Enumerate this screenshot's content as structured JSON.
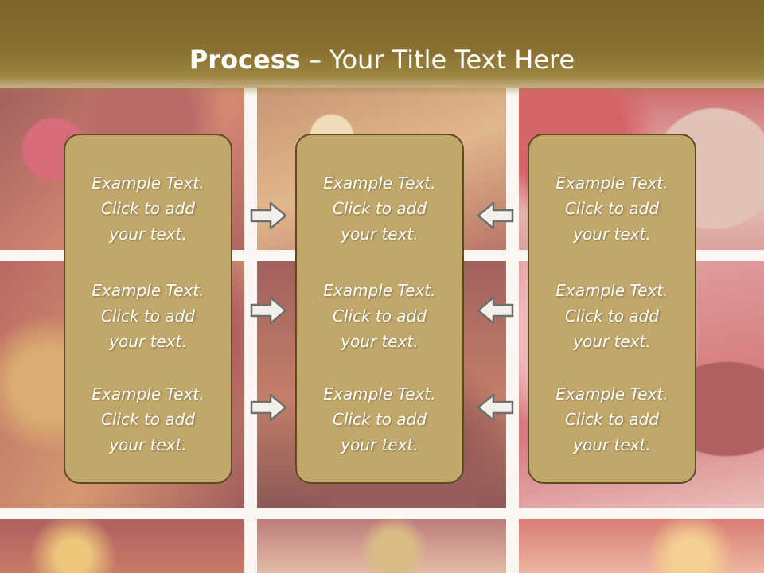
{
  "title": {
    "bold": "Process",
    "rest": " – Your Title Text Here"
  },
  "panels": [
    {
      "items": [
        {
          "l1": "Example Text.",
          "l2": "Click  to add",
          "l3": "your text."
        },
        {
          "l1": "Example Text.",
          "l2": "Click  to add",
          "l3": "your text."
        },
        {
          "l1": "Example Text.",
          "l2": "Click  to add",
          "l3": "your text."
        }
      ]
    },
    {
      "items": [
        {
          "l1": "Example Text.",
          "l2": "Click  to add",
          "l3": "your text."
        },
        {
          "l1": "Example Text.",
          "l2": "Click  to add",
          "l3": "your text."
        },
        {
          "l1": "Example Text.",
          "l2": "Click  to add",
          "l3": "your text."
        }
      ]
    },
    {
      "items": [
        {
          "l1": "Example Text.",
          "l2": "Click  to add",
          "l3": "your text."
        },
        {
          "l1": "Example Text.",
          "l2": "Click  to add",
          "l3": "your text."
        },
        {
          "l1": "Example Text.",
          "l2": "Click  to add",
          "l3": "your text."
        }
      ]
    }
  ],
  "arrows": {
    "left_column": "right-arrow-icon",
    "right_column": "left-arrow-icon"
  },
  "colors": {
    "title_band": "#8b7131",
    "panel_fill": "#c1a86a",
    "panel_border": "#5d4a25",
    "text": "#ffffff"
  }
}
